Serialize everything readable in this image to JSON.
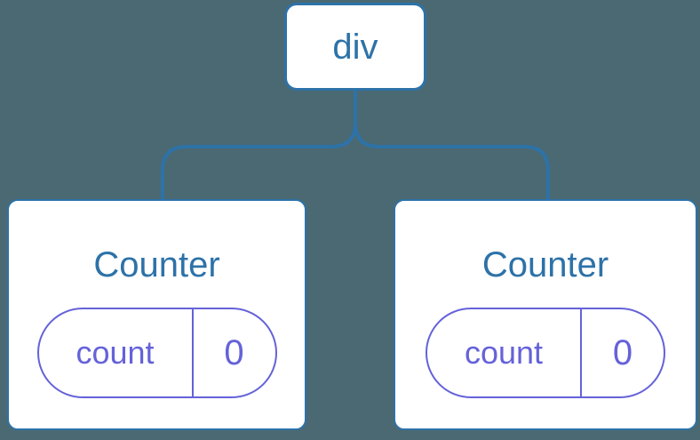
{
  "diagram": {
    "description": "React component tree diagram",
    "colors": {
      "background": "#4b6972",
      "tree_blue": "#2d72a8",
      "state_indigo": "#6562d9",
      "node_fill": "#ffffff"
    },
    "root_node": {
      "label": "div"
    },
    "children": [
      {
        "title": "Counter",
        "state": {
          "key": "count",
          "value": "0"
        }
      },
      {
        "title": "Counter",
        "state": {
          "key": "count",
          "value": "0"
        }
      }
    ]
  }
}
